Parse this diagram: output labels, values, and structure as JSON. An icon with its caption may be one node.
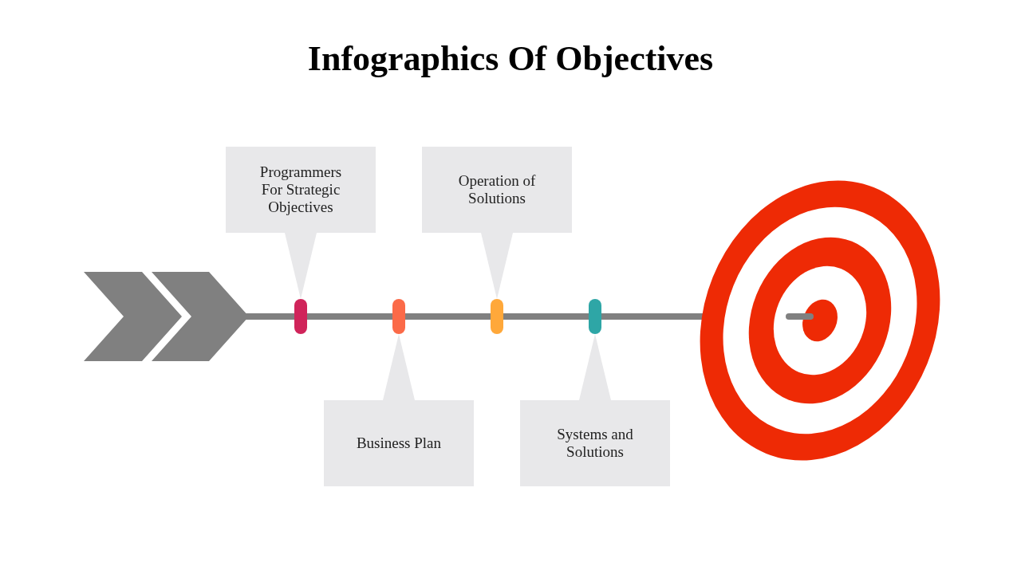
{
  "diagram": {
    "title": "Infographics Of Objectives",
    "nodes": [
      {
        "text": [
          "Programmers For Strategic Objectives"
        ]
      },
      {
        "text": [
          "Business Plan"
        ]
      },
      {
        "text": [
          "Operation of Solutions"
        ]
      },
      {
        "text": [
          "Systems and Solutions"
        ]
      },
      {
        "text": [],
        "shape": "bar"
      },
      {
        "text": [],
        "shape": "bar"
      },
      {
        "text": [],
        "shape": "bar"
      },
      {
        "text": [],
        "shape": "bar"
      }
    ],
    "edges": [
      {
        "from": 0,
        "to": 4,
        "arrow": "none"
      },
      {
        "from": 1,
        "to": 5,
        "arrow": "none"
      },
      {
        "from": 2,
        "to": 6,
        "arrow": "none"
      },
      {
        "from": 3,
        "to": 7,
        "arrow": "none"
      }
    ]
  }
}
